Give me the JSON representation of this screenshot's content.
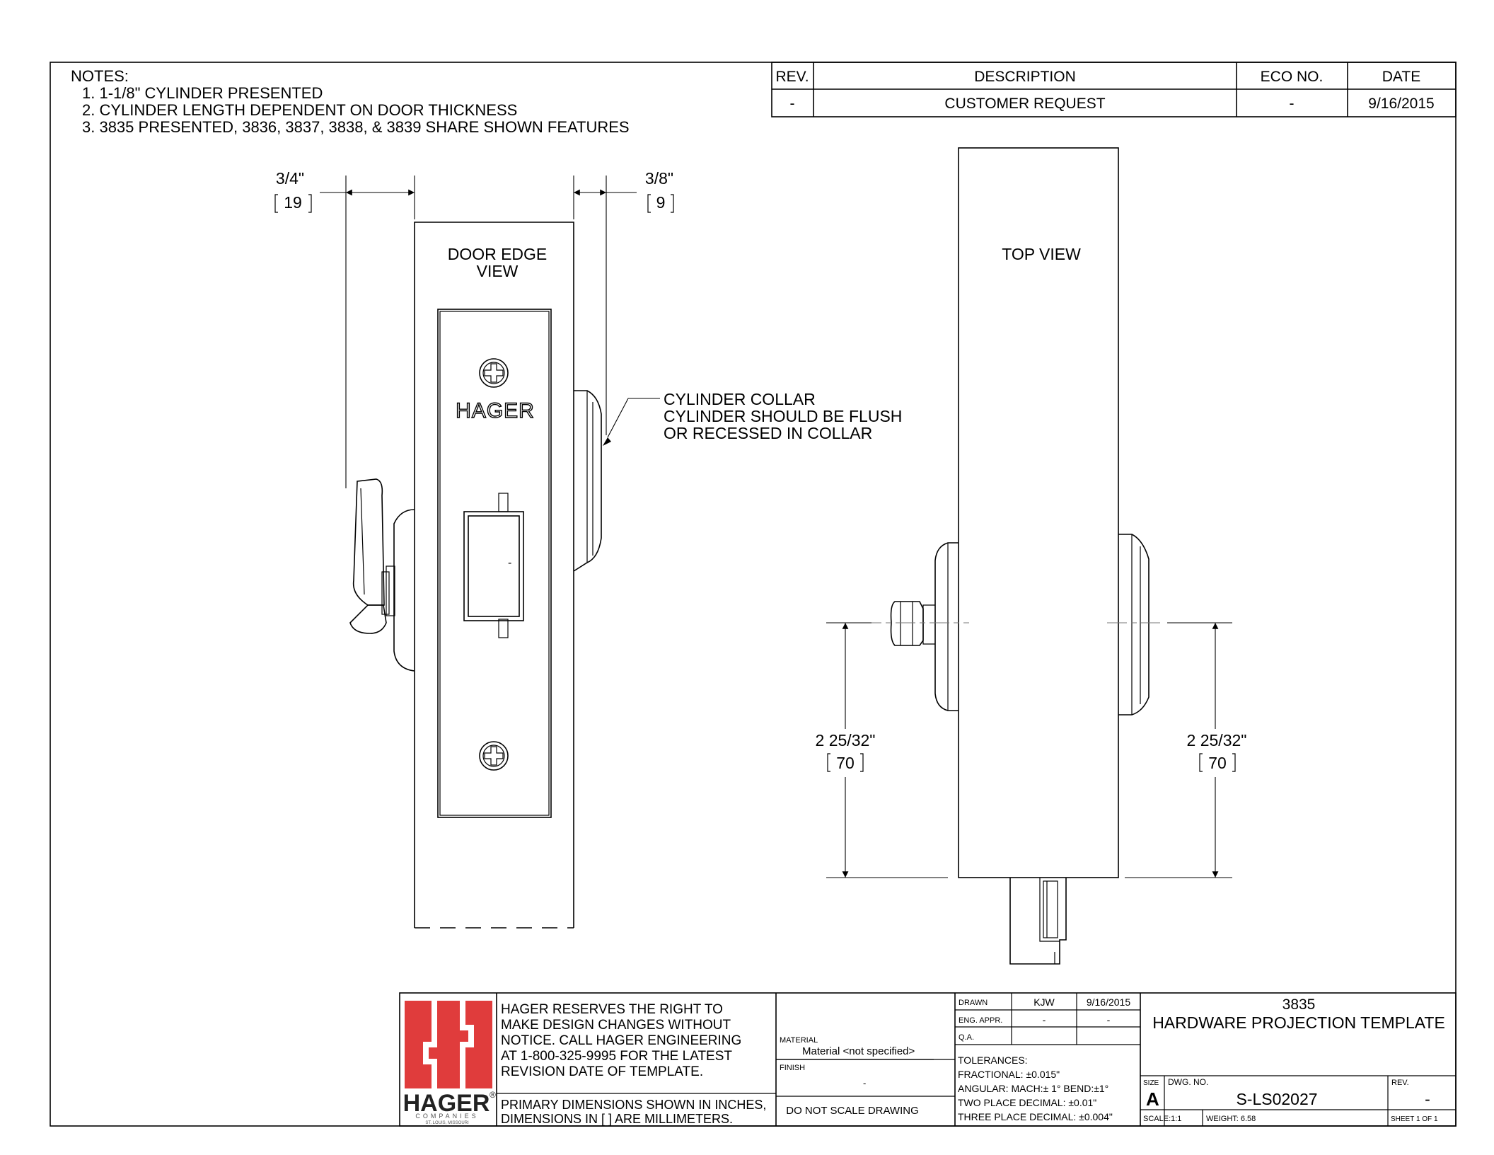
{
  "notes": {
    "heading": "NOTES:",
    "items": [
      "1. 1-1/8\" CYLINDER PRESENTED",
      "2. CYLINDER LENGTH DEPENDENT ON DOOR THICKNESS",
      "3. 3835 PRESENTED, 3836, 3837, 3838, & 3839 SHARE SHOWN FEATURES"
    ]
  },
  "revision_table": {
    "headers": [
      "REV.",
      "DESCRIPTION",
      "ECO NO.",
      "DATE"
    ],
    "row": [
      "-",
      "CUSTOMER REQUEST",
      "-",
      "9/16/2015"
    ]
  },
  "door_edge_view": {
    "label_line1": "DOOR EDGE",
    "label_line2": "VIEW",
    "brand_text": "HAGER",
    "slot_mark": "-",
    "dim_left": {
      "inch": "3/4\"",
      "mm": "19"
    },
    "dim_right": {
      "inch": "3/8\"",
      "mm": "9"
    },
    "callout": [
      "CYLINDER COLLAR",
      "CYLINDER SHOULD BE FLUSH",
      "OR RECESSED IN COLLAR"
    ]
  },
  "top_view": {
    "label": "TOP VIEW",
    "dim_left": {
      "inch": "2 25/32\"",
      "mm": "70"
    },
    "dim_right": {
      "inch": "2 25/32\"",
      "mm": "70"
    }
  },
  "title_block": {
    "logo_text": "HAGER",
    "logo_registered": "®",
    "logo_sub1": "COMPANIES",
    "logo_sub2": "ST. LOUIS, MISSOURI",
    "disclaimer": [
      "HAGER RESERVES THE RIGHT TO",
      "MAKE DESIGN CHANGES WITHOUT",
      "NOTICE.  CALL HAGER ENGINEERING",
      "AT 1-800-325-9995 FOR THE LATEST",
      "REVISION DATE OF TEMPLATE."
    ],
    "dimensions_note": [
      "PRIMARY DIMENSIONS SHOWN IN INCHES,",
      "DIMENSIONS IN [ ] ARE MILLIMETERS."
    ],
    "material_label": "MATERIAL",
    "material_value": "Material <not specified>",
    "finish_label": "FINISH",
    "finish_value": "-",
    "do_not_scale": "DO NOT SCALE DRAWING",
    "drawn_label": "DRAWN",
    "drawn_by": "KJW",
    "drawn_date": "9/16/2015",
    "eng_appr_label": "ENG. APPR.",
    "eng_appr_by": "-",
    "eng_appr_date": "-",
    "qa_label": "Q.A.",
    "tolerances": [
      "TOLERANCES:",
      "FRACTIONAL: ±0.015\"",
      "ANGULAR: MACH:± 1° BEND:±1°",
      "TWO PLACE DECIMAL: ±0.01\"",
      "THREE PLACE DECIMAL: ±0.004\""
    ],
    "part_number": "3835",
    "drawing_title": "HARDWARE PROJECTION TEMPLATE",
    "size_label": "SIZE",
    "size_value": "A",
    "dwg_no_label": "DWG.  NO.",
    "dwg_no_value": "S-LS02027",
    "rev_label": "REV.",
    "rev_value": "-",
    "scale": "SCALE:1:1",
    "weight": "WEIGHT: 6.58",
    "sheet": "SHEET 1 OF 1"
  },
  "colors": {
    "logo_red": "#e03c3c",
    "line": "#000000"
  }
}
